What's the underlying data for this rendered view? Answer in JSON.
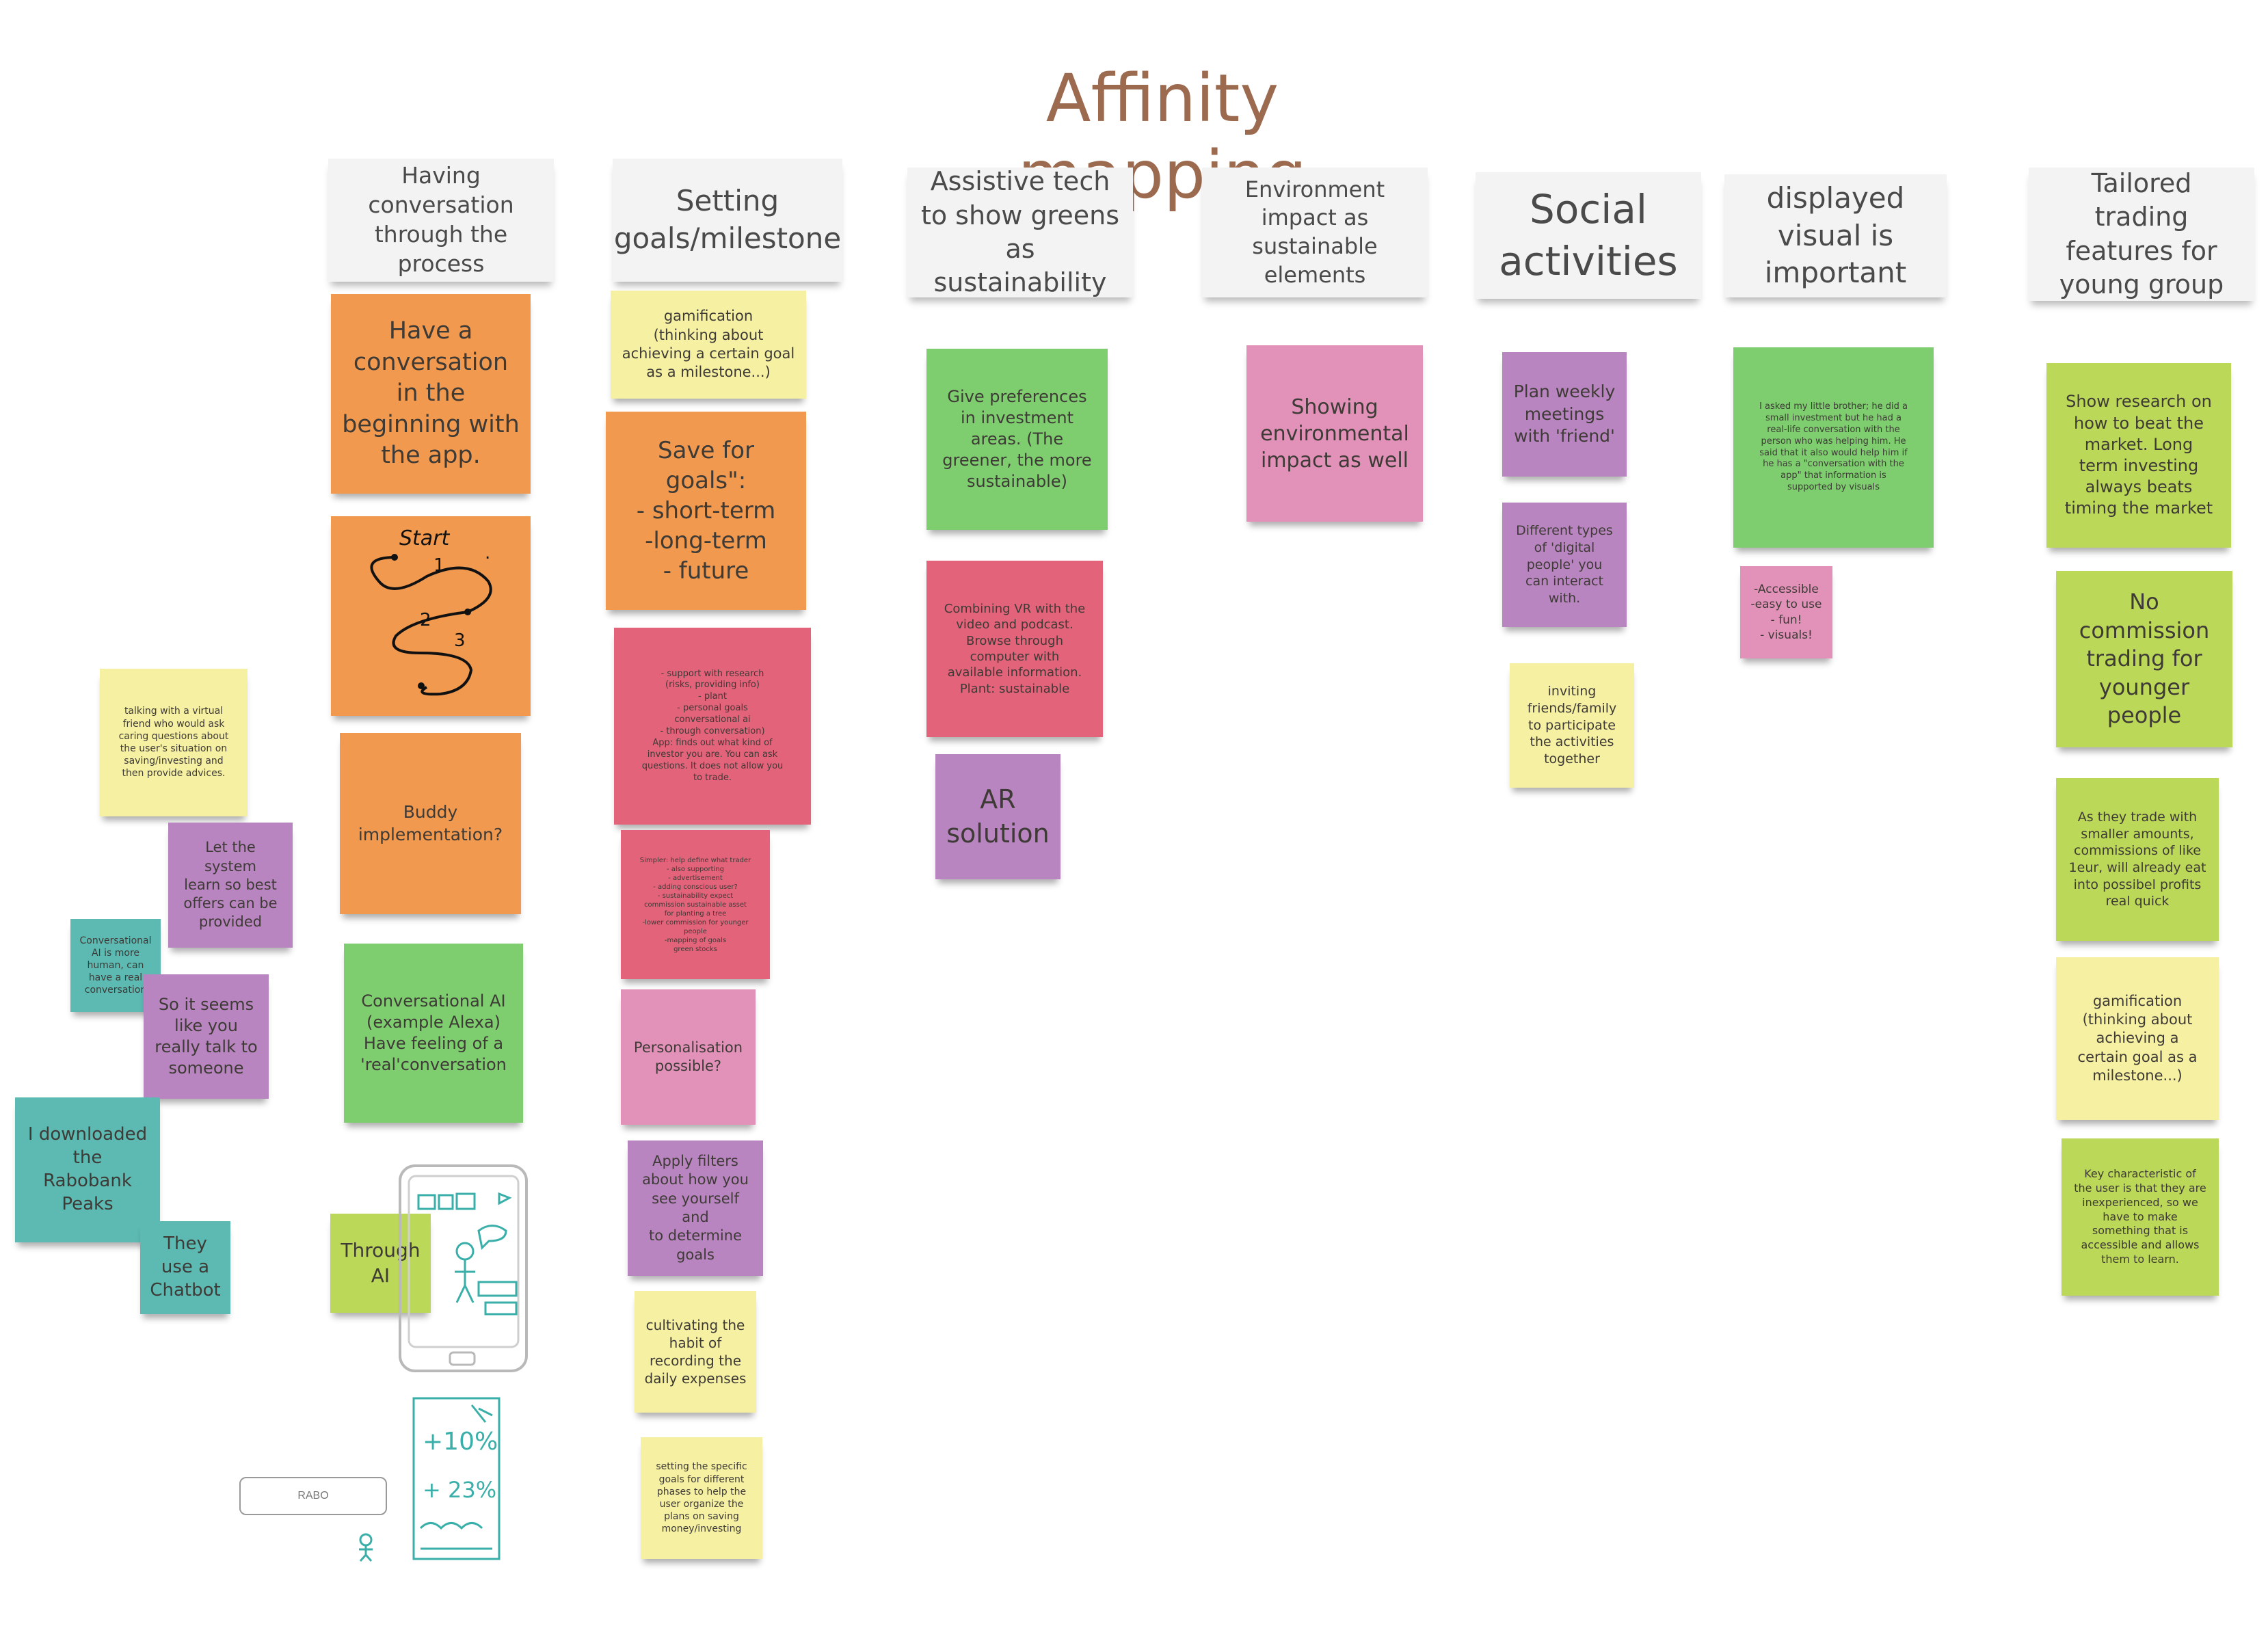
{
  "title": "Affinity mapping",
  "headers": [
    "Having conversation\nthrough the process",
    "Setting\ngoals/milestone",
    "Assistive tech to\nshow greens as\nsustainability",
    "Environment impact\nas sustainable\nelements",
    "Social\nactivities",
    "displayed visual\nis important",
    "Tailored trading\nfeatures for\nyoung group"
  ],
  "notes": {
    "virtual_friend": "talking with a virtual\nfriend who would ask\ncaring questions about\nthe user's situation on\nsaving/investing and\nthen provide advices.",
    "system_learn": "Let the system\nlearn so best\noffers can be\nprovided",
    "conv_ai_human": "Conversational\nAI is more\nhuman, can\nhave a real\nconversation",
    "seems_talk": "So it seems\nlike you\nreally talk to\nsomeone",
    "downloaded": "I downloaded\nthe\nRabobank\nPeaks",
    "chatbot": "They\nuse a\nChatbot",
    "have_conversation": "Have a\nconversation\nin the\nbeginning with\nthe app.",
    "start_label": "Start",
    "buddy": "Buddy\nimplementation?",
    "conv_ai_alexa": "Conversational AI\n(example Alexa)\nHave feeling of a\n'real'conversation",
    "through_ai": "Through\nAI",
    "rabo_label": "RABO",
    "sketch_text_1": "+10%",
    "sketch_text_2": "+ 23%",
    "gamification_1": "gamification\n(thinking about\nachieving a certain goal\nas a milestone...)",
    "save_goals": "Save for\ngoals\":\n- short-term\n-long-term\n- future",
    "support_research": "- support with research\n(risks, providing info)\n- plant\n- personal goals\nconversational ai\n- through conversation)\nApp: finds out what kind of\ninvestor you are. You can ask\nquestions. It does not allow you\nto trade.",
    "simpler": "Simpler: help define what trader\n- also supporting\n- advertisement\n- adding conscious user?\n- sustainability expect\ncommission sustainable asset\nfor planting a tree\n-lower commission for younger\npeople\n-mapping of goals\ngreen stocks",
    "personalisation": "Personalisation\npossible?",
    "apply_filters": "Apply filters\nabout how you\nsee yourself and\nto determine\ngoals",
    "cultivating": "cultivating the\nhabit of\nrecording the\ndaily expenses",
    "specific_goals": "setting the specific\ngoals for different\nphases to help the\nuser organize the\nplans on saving\nmoney/investing",
    "give_preferences": "Give preferences\nin investment\nareas. (The\ngreener, the more\nsustainable)",
    "combining_vr": "Combining VR with the\nvideo and podcast.\nBrowse through\ncomputer with\navailable information.\nPlant: sustainable",
    "ar_solution": "AR\nsolution",
    "showing_env": "Showing\nenvironmental\nimpact as well",
    "plan_weekly": "Plan weekly\nmeetings\nwith 'friend'",
    "digital_people": "Different types\nof 'digital\npeople' you\ncan interact\nwith.",
    "inviting": "inviting\nfriends/family\nto participate\nthe activities\ntogether",
    "little_brother": "I asked my little brother; he did a\nsmall investment but he had a\nreal-life conversation with the\nperson who was helping him. He\nsaid that it also would help him if\nhe has a \"conversation with the\napp\" that information is\nsupported by visuals",
    "accessible": "-Accessible\n-easy to use\n- fun!\n- visuals!",
    "show_research": "Show research on\nhow to beat the\nmarket. Long\nterm investing\nalways beats\ntiming the market",
    "no_commission": "No\ncommission\ntrading for\nyounger\npeople",
    "smaller_amounts": "As they trade with\nsmaller amounts,\ncommissions of like\n1eur, will already eat\ninto possibel profits\nreal quick",
    "gamification_2": "gamification\n(thinking about\nachieving a\ncertain goal as a\nmilestone...)",
    "key_characteristic": "Key characteristic of\nthe user is that they are\ninexperienced, so we\nhave to make\nsomething that is\naccessible and allows\nthem to learn."
  },
  "colors": {
    "title": "#9b6a4f",
    "orange": "#f1994f",
    "yellow": "#f6f0a3",
    "green": "#7ece70",
    "pink": "#e3637a",
    "rose": "#e292b9",
    "purple": "#b985c0",
    "lime": "#bcd858",
    "teal": "#5cbab3"
  },
  "icons": [
    "path-doodle-icon",
    "phone-sketch-icon",
    "growth-sketch-icon",
    "person-doodle-icon"
  ]
}
